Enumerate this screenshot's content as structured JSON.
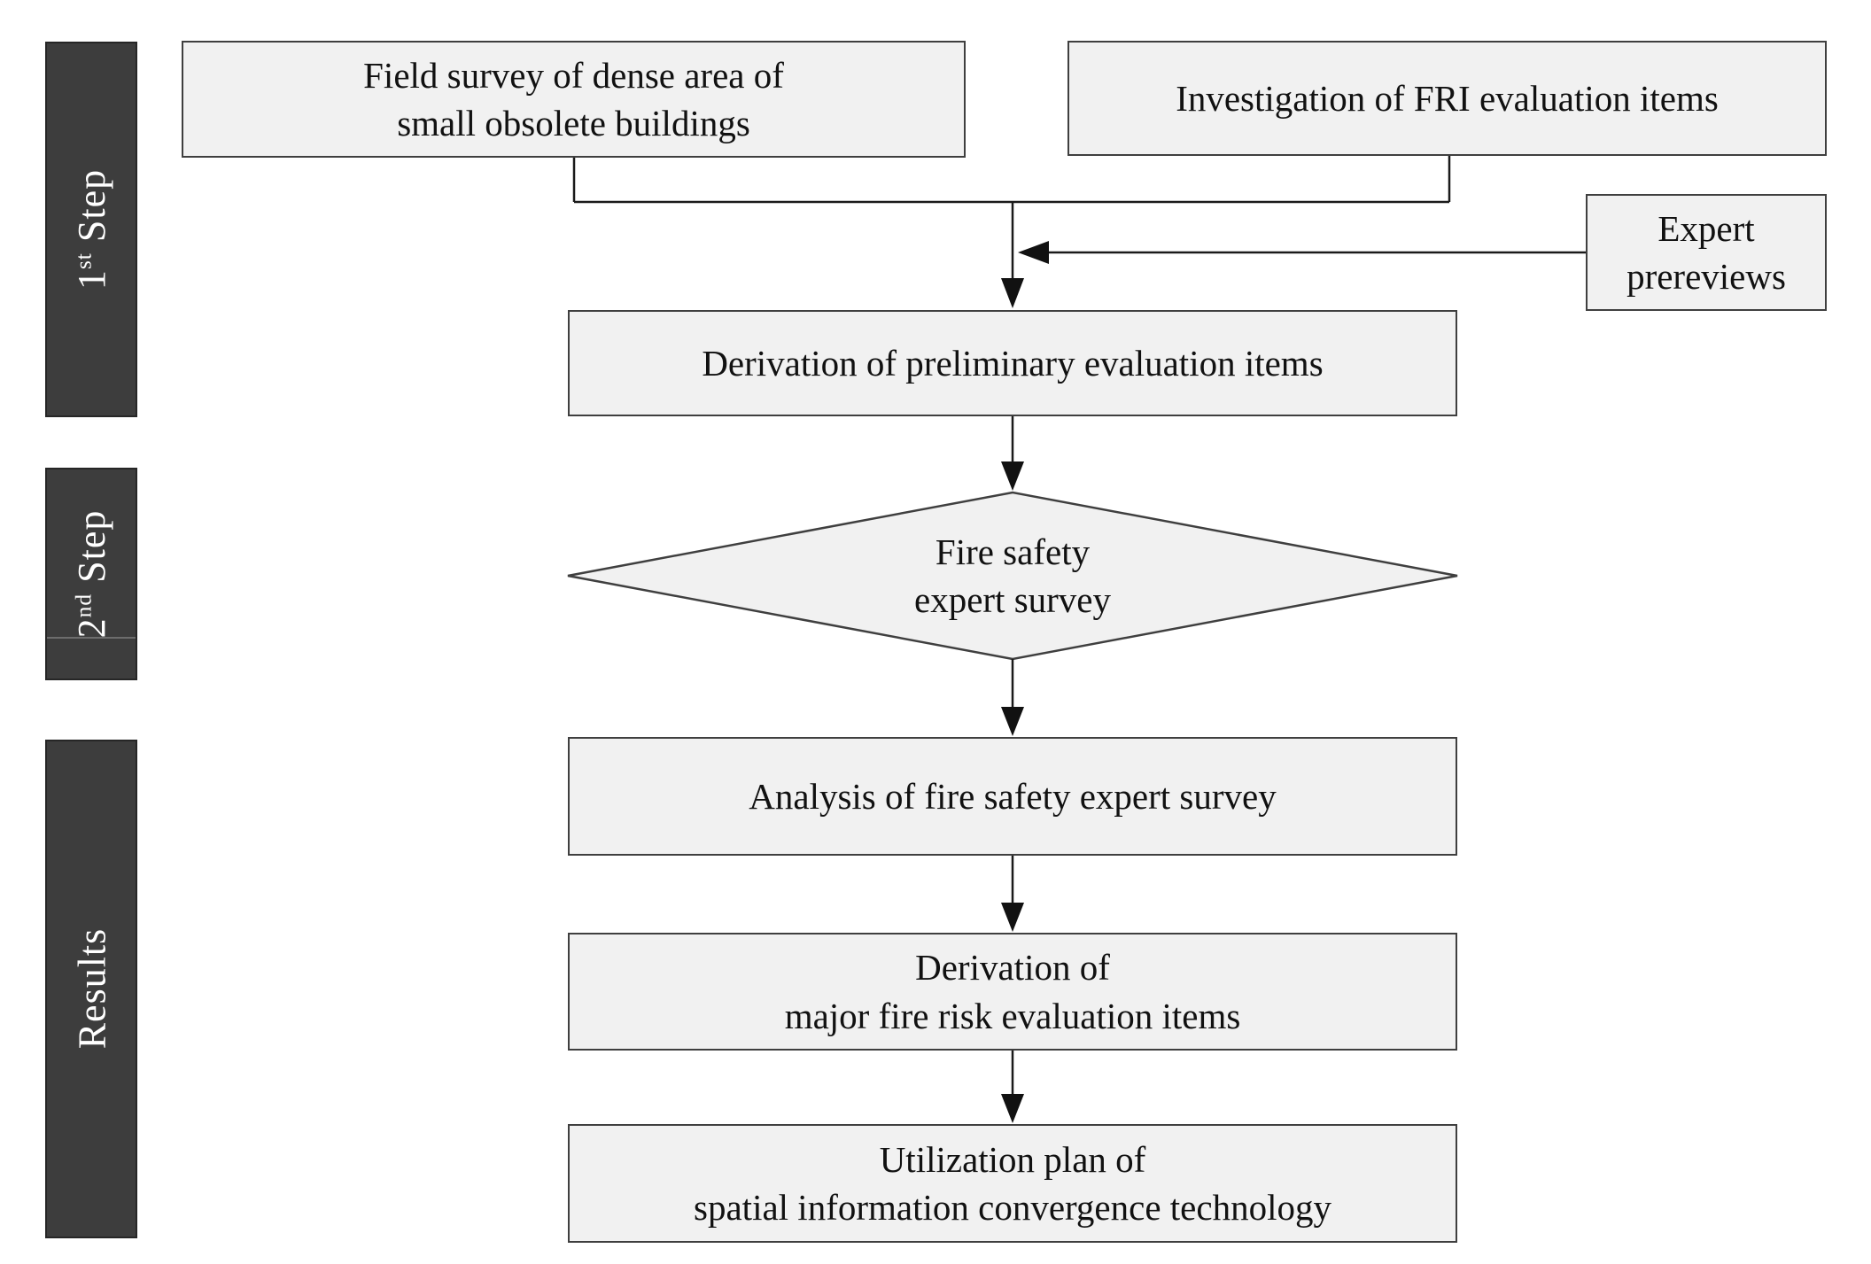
{
  "diagram": {
    "type": "flowchart",
    "background": "#ffffff",
    "colors": {
      "bar_fill": "#3d3d3d",
      "bar_text": "#ffffff",
      "box_fill": "#f1f1f1",
      "box_border": "#3f3f3f",
      "connector": "#1a1a1a"
    },
    "sidebar": {
      "steps": [
        {
          "pre": "1",
          "sup": "st",
          "post": " Step"
        },
        {
          "pre": "2",
          "sup": "nd",
          "post": " Step"
        },
        {
          "pre": "Results",
          "sup": "",
          "post": ""
        }
      ]
    },
    "boxes": {
      "field_survey": {
        "lines": [
          "Field survey of dense area of",
          "small obsolete buildings"
        ]
      },
      "investigation": {
        "lines": [
          "Investigation of FRI evaluation items"
        ]
      },
      "expert_prereviews": {
        "lines": [
          "Expert",
          "prereviews"
        ]
      },
      "derivation_preliminary": {
        "lines": [
          "Derivation of preliminary evaluation items"
        ]
      },
      "analysis": {
        "lines": [
          "Analysis of fire safety expert survey"
        ]
      },
      "derivation_major": {
        "lines": [
          "Derivation of",
          "major fire risk evaluation items"
        ]
      },
      "utilization": {
        "lines": [
          "Utilization plan of",
          "spatial information convergence technology"
        ]
      }
    },
    "diamond": {
      "lines": [
        "Fire safety",
        "expert survey"
      ]
    },
    "flow": [
      "field_survey + investigation -> derivation_preliminary",
      "expert_prereviews -> derivation_preliminary",
      "derivation_preliminary -> fire_safety_expert_survey",
      "fire_safety_expert_survey -> analysis",
      "analysis -> derivation_major",
      "derivation_major -> utilization"
    ]
  }
}
